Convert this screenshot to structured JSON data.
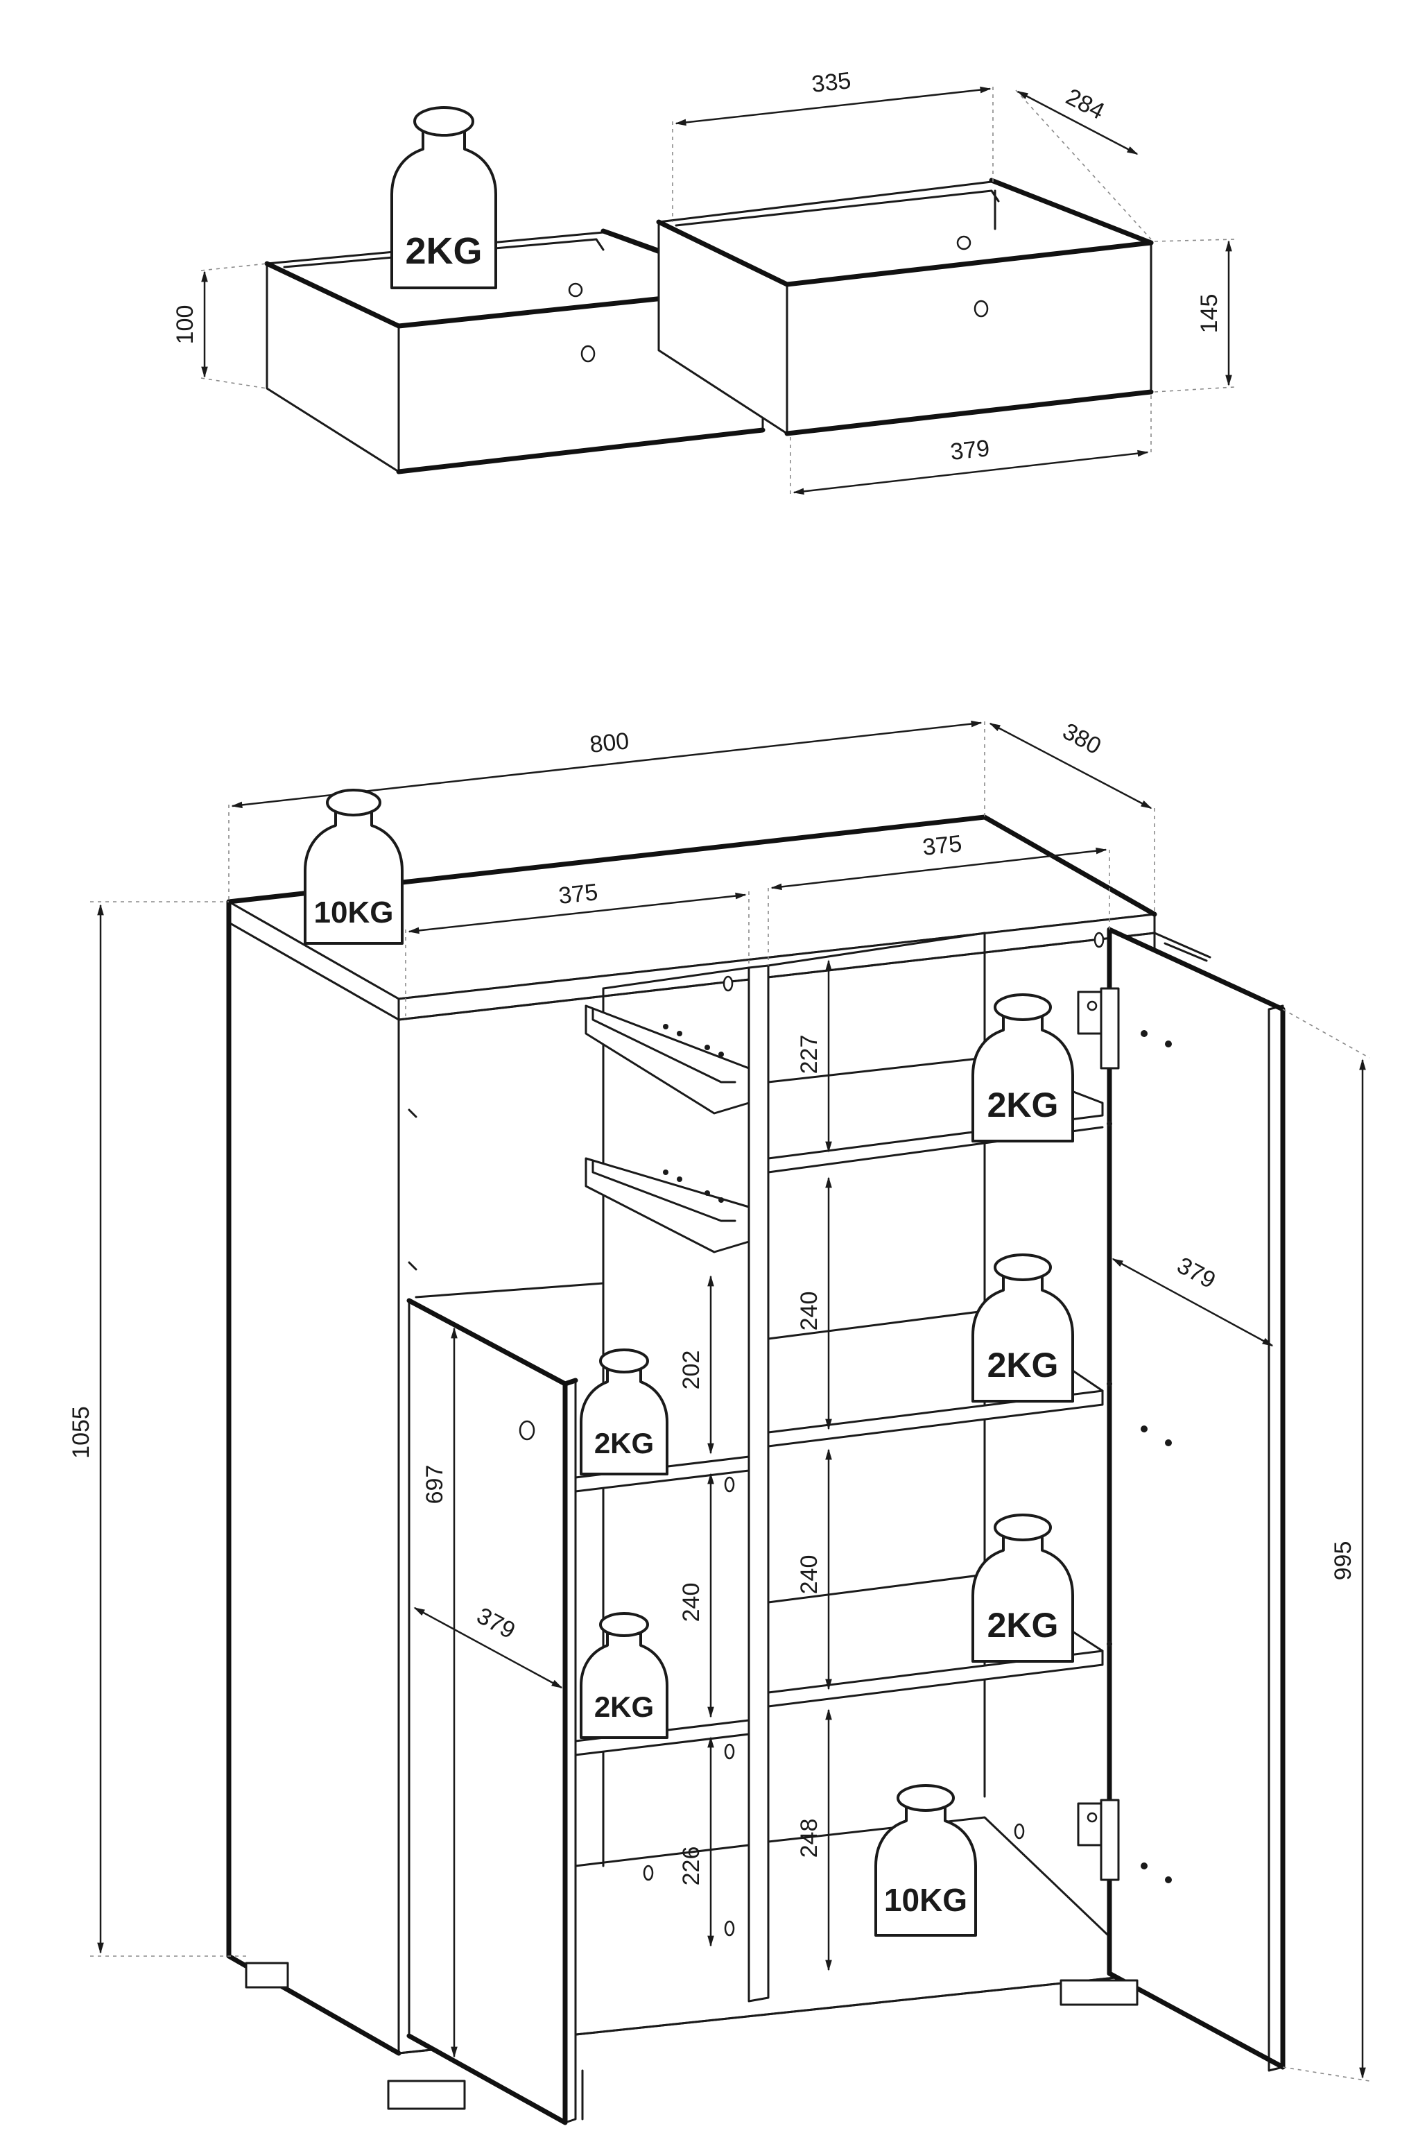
{
  "drawer_dims": {
    "width_top": "335",
    "depth": "284",
    "height_left": "100",
    "height_right": "145",
    "width_front": "379"
  },
  "cabinet_dims": {
    "width": "800",
    "depth": "380",
    "top_left_inner": "375",
    "top_right_inner": "375",
    "height_total": "1055",
    "height_door": "995",
    "left_door_height": "697",
    "left_door_width": "379",
    "right_door_width": "379",
    "left_upper_shelf": "202",
    "left_mid_shelf": "240",
    "left_low_shelf": "226",
    "right_shelf_1": "227",
    "right_shelf_2": "240",
    "right_shelf_3": "240",
    "right_shelf_4": "248"
  },
  "weights": {
    "drawer": "2KG",
    "top": "10KG",
    "left_shelf_1": "2KG",
    "left_shelf_2": "2KG",
    "right_shelf_1": "2KG",
    "right_shelf_2": "2KG",
    "right_shelf_3": "2KG",
    "bottom": "10KG"
  }
}
